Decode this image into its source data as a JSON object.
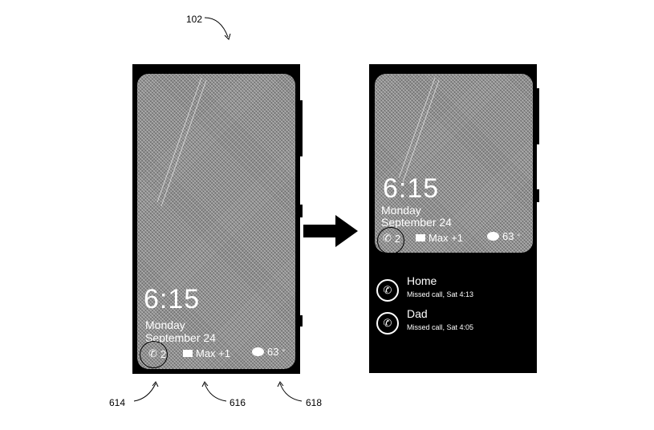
{
  "labels": {
    "figure": "102",
    "left": "614",
    "middle": "616",
    "right": "618"
  },
  "lockscreen": {
    "time": "6:15",
    "day": "Monday",
    "date": "September 24",
    "calls": "2",
    "message": "Max +1",
    "weather": "63",
    "degree": "°"
  },
  "notifications": [
    {
      "title": "Home",
      "subtitle": "Missed call, Sat 4:13"
    },
    {
      "title": "Dad",
      "subtitle": "Missed call, Sat 4:05"
    }
  ],
  "icons": {
    "call": "phone-icon",
    "message": "message-icon",
    "weather": "weather-icon"
  }
}
